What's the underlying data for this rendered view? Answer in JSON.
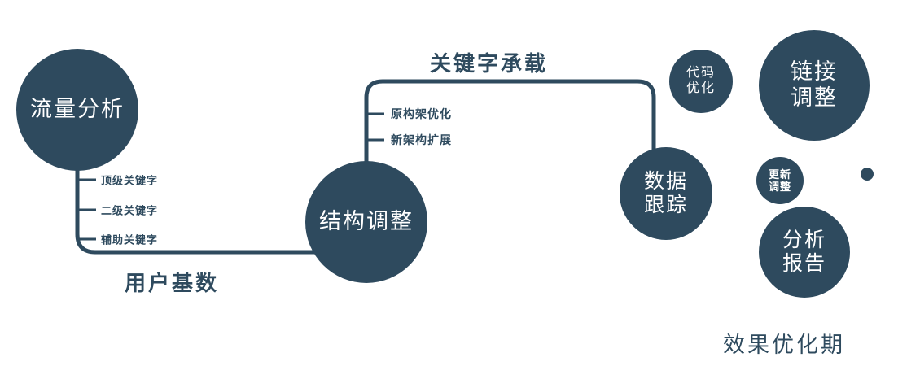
{
  "colors": {
    "primary": "#2e4a5e",
    "background": "#ffffff",
    "node_text": "#ffffff"
  },
  "nodes": {
    "traffic_analysis": {
      "line1": "流量分析"
    },
    "structure_adjustment": {
      "line1": "结构调整"
    },
    "data_tracking": {
      "line1": "数据",
      "line2": "跟踪"
    },
    "code_optimization": {
      "line1": "代码",
      "line2": "优化"
    },
    "link_adjustment": {
      "line1": "链接",
      "line2": "调整"
    },
    "update_adjustment": {
      "line1": "更新",
      "line2": "调整"
    },
    "analysis_report": {
      "line1": "分析",
      "line2": "报告"
    }
  },
  "edge_labels": {
    "keyword_carrying": "关键字承载",
    "user_base": "用户基数"
  },
  "branch_labels": {
    "traffic": [
      "顶级关键字",
      "二级关键字",
      "辅助关键字"
    ],
    "structure": [
      "原构架优化",
      "新架构扩展"
    ]
  },
  "caption": "效果优化期"
}
